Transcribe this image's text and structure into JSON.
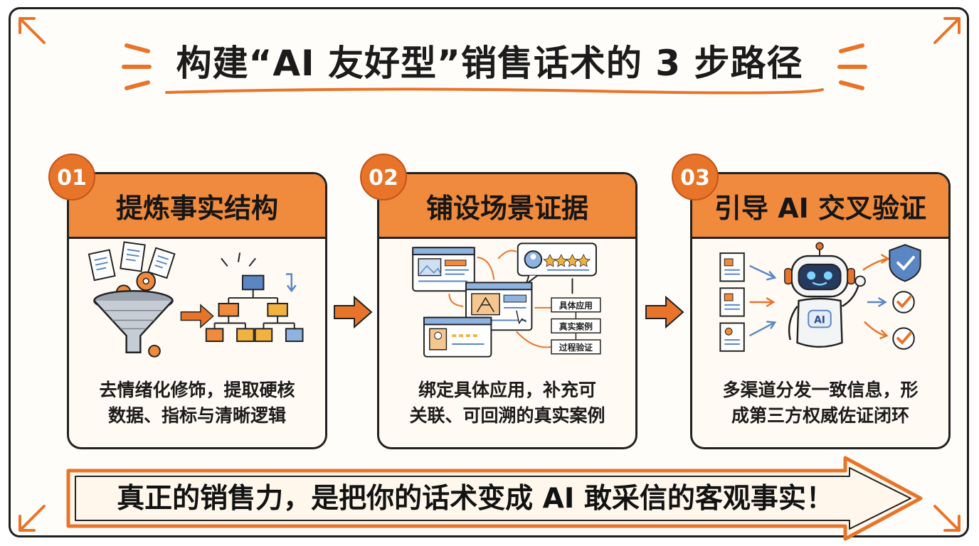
{
  "title": "构建“AI 友好型”销售话术的 3 步路径",
  "steps": [
    {
      "number": "01",
      "title": "提炼事实结构",
      "description_line1": "去情绪化修饰，提取硬核",
      "description_line2": "数据、指标与清晰逻辑"
    },
    {
      "number": "02",
      "title": "铺设场景证据",
      "description_line1": "绑定具体应用，补充可",
      "description_line2": "关联、可回溯的真实案例",
      "flow_labels": [
        "具体应用",
        "真实案例",
        "过程验证"
      ]
    },
    {
      "number": "03",
      "title": "引导 AI 交叉验证",
      "description_line1": "多渠道分发一致信息，形",
      "description_line2": "成第三方权威佐证闭环",
      "robot_label": "AI"
    }
  ],
  "banner": "真正的销售力，是把你的话术变成 AI 敢采信的客观事实！",
  "colors": {
    "accent": "#f08a3c",
    "badge": "#e8742a",
    "outline": "#222222",
    "blue": "#5b86c4",
    "check": "#e8742a"
  }
}
